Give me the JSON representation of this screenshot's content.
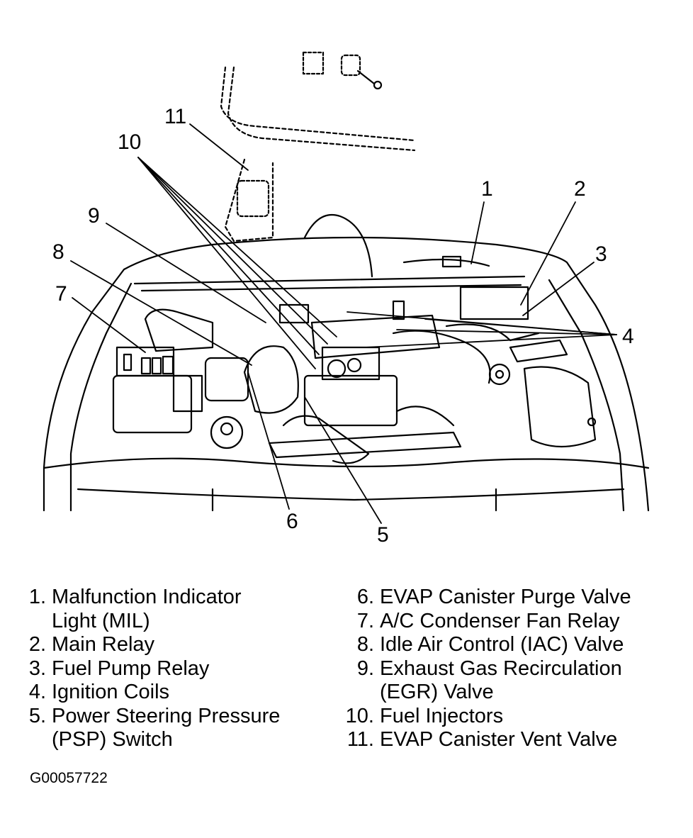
{
  "diagram": {
    "callout_numbers": [
      "1",
      "2",
      "3",
      "4",
      "5",
      "6",
      "7",
      "8",
      "9",
      "10",
      "11"
    ]
  },
  "legend": {
    "left": [
      {
        "num": "1.",
        "lines": [
          "Malfunction Indicator",
          "Light (MIL)"
        ]
      },
      {
        "num": "2.",
        "lines": [
          "Main Relay"
        ]
      },
      {
        "num": "3.",
        "lines": [
          "Fuel Pump Relay"
        ]
      },
      {
        "num": "4.",
        "lines": [
          "Ignition Coils"
        ]
      },
      {
        "num": "5.",
        "lines": [
          "Power Steering Pressure",
          "(PSP) Switch"
        ]
      }
    ],
    "right": [
      {
        "num": "6.",
        "lines": [
          "EVAP Canister Purge Valve"
        ]
      },
      {
        "num": "7.",
        "lines": [
          "A/C Condenser Fan Relay"
        ]
      },
      {
        "num": "8.",
        "lines": [
          "Idle Air Control (IAC) Valve"
        ]
      },
      {
        "num": "9.",
        "lines": [
          "Exhaust Gas Recirculation",
          "(EGR) Valve"
        ]
      },
      {
        "num": "10.",
        "lines": [
          "Fuel Injectors"
        ]
      },
      {
        "num": "11.",
        "lines": [
          "EVAP Canister Vent Valve"
        ]
      }
    ]
  },
  "figure_code": "G00057722"
}
